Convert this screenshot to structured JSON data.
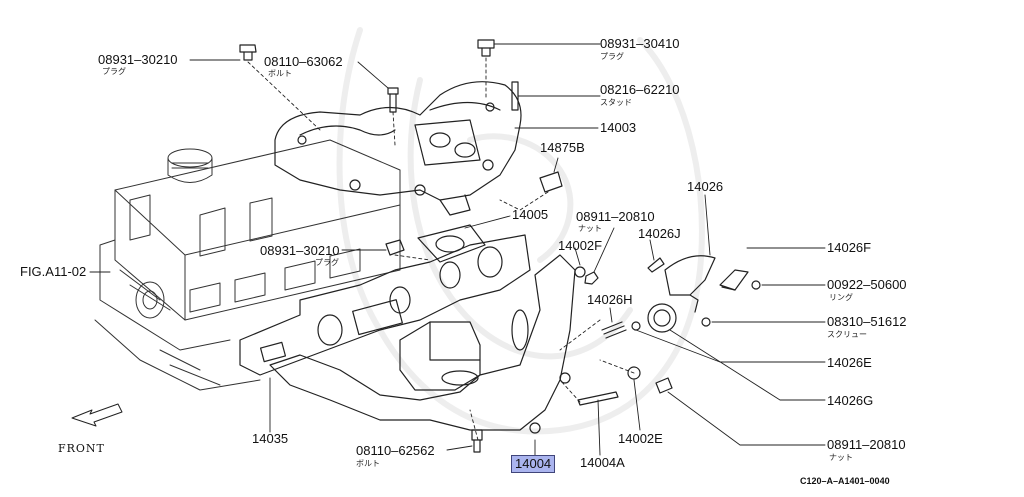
{
  "diagram": {
    "labels": {
      "p08931_30210_top": "08931–30210",
      "p08931_30210_top_sub": "プラグ",
      "p08110_63062": "08110–63062",
      "p08110_63062_sub": "ボルト",
      "p08931_30410": "08931–30410",
      "p08931_30410_sub": "プラグ",
      "p08216_62210": "08216–62210",
      "p08216_62210_sub": "スタッド",
      "p14003": "14003",
      "p14875B": "14875B",
      "p14026": "14026",
      "p14005": "14005",
      "p08911_20810_top": "08911–20810",
      "p08911_20810_top_sub": "ナット",
      "p14026J": "14026J",
      "p14026F": "14026F",
      "p14002F": "14002F",
      "p08931_30210_mid": "08931–30210",
      "p08931_30210_mid_sub": "プラグ",
      "fig_ref": "FIG.A11-02",
      "p00922_50600": "00922–50600",
      "p00922_50600_sub": "リング",
      "p14026H": "14026H",
      "p08310_51612": "08310–51612",
      "p08310_51612_sub": "スクリュー",
      "p14026E": "14026E",
      "p14026G": "14026G",
      "p14035": "14035",
      "p14002E": "14002E",
      "p08911_20810_bot": "08911–20810",
      "p08911_20810_bot_sub": "ナット",
      "p08110_62562": "08110–62562",
      "p08110_62562_sub": "ボルト",
      "p14004": "14004",
      "p14004A": "14004A",
      "front": "FRONT",
      "diagram_code": "C120–A–A1401–0040"
    },
    "highlight_color": "#aab4ee"
  }
}
